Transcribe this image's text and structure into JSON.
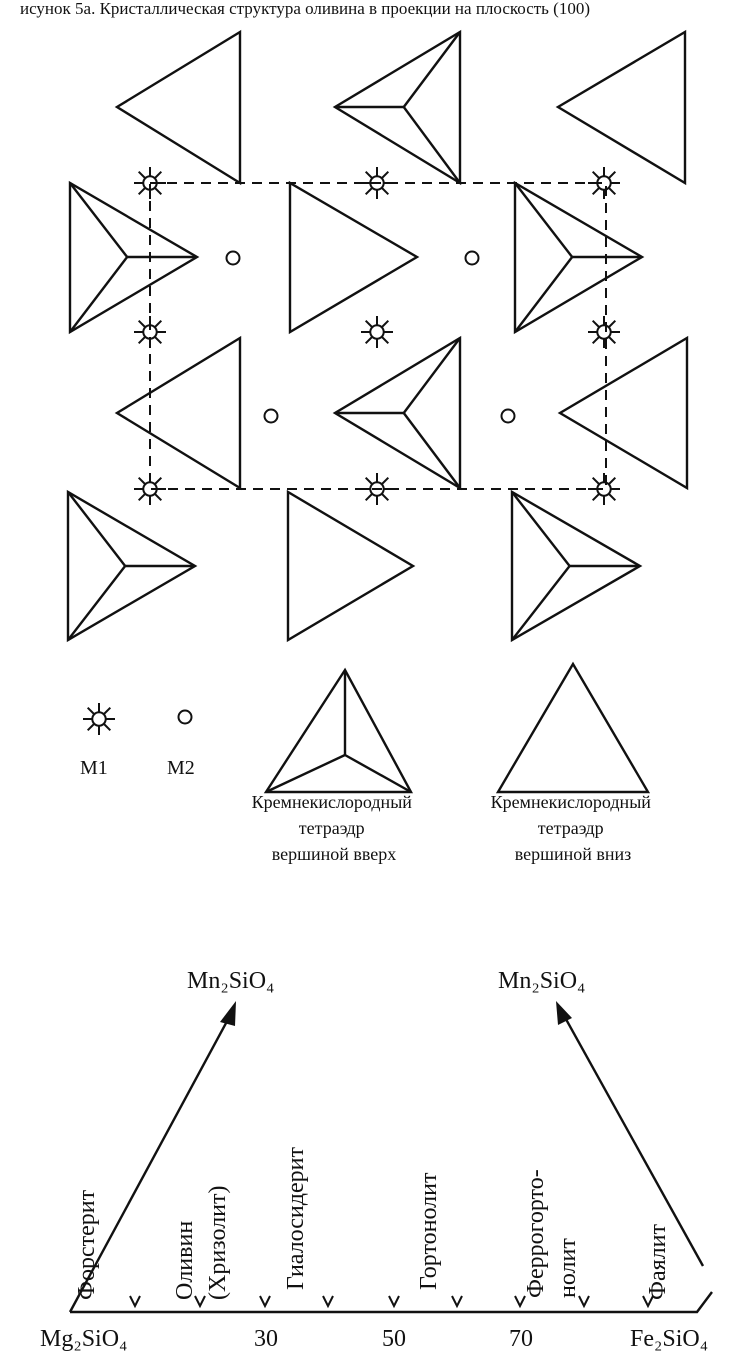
{
  "header_fragment": "исунок 5а. Кристаллическая структура оливина в проекции на плоскость (100)",
  "structure": {
    "legend": {
      "m1_label": "M1",
      "m2_label": "M2",
      "apex_up_label": [
        "Кремнекислородный",
        "тетраэдр",
        "вершиной вверх"
      ],
      "apex_down_label": [
        "Кремнекислородный",
        "тетраэдр",
        "вершиной вниз"
      ]
    }
  },
  "series_diagram": {
    "left_apex_label": "Mn₂SiO₄",
    "right_apex_label": "Mn₂SiO₄",
    "left_end_label": "Mg₂SiO₄",
    "right_end_label": "Fe₂SiO₄",
    "tick_labels": [
      "30",
      "50",
      "70"
    ],
    "minerals": [
      "Форстерит",
      "Оливин",
      "(Хризолит)",
      "Гиалосидерит",
      "Гортонолит",
      "Феррогорто-",
      "нолит",
      "Фаялит"
    ]
  }
}
